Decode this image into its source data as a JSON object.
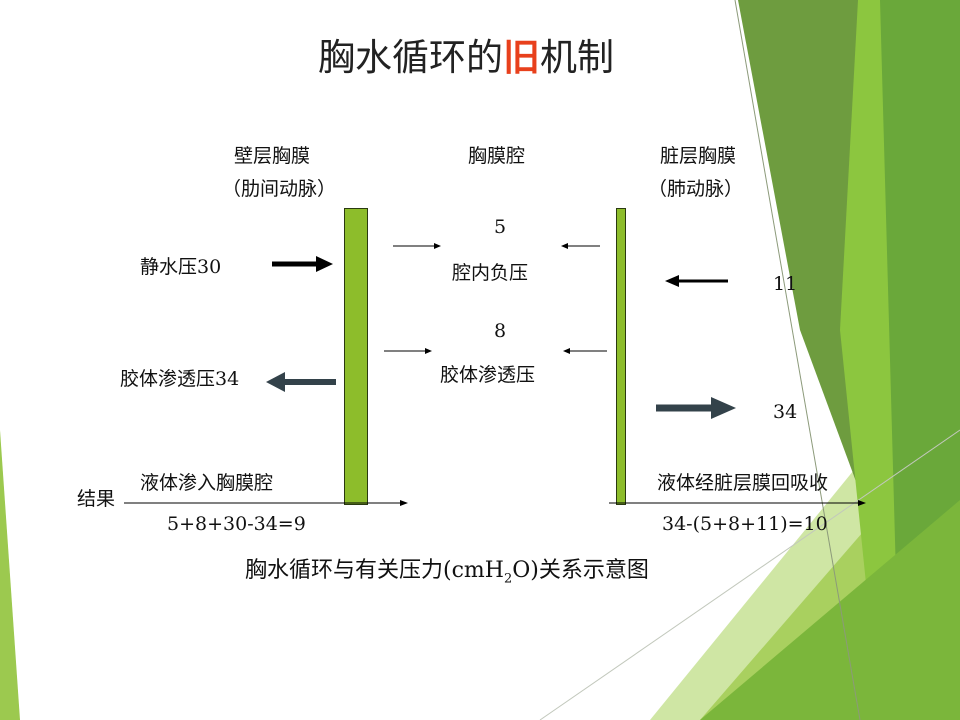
{
  "title": {
    "prefix": "胸水循环的",
    "highlight": "旧",
    "suffix": "机制",
    "highlight_color": "#e8401c"
  },
  "columns": {
    "parietal": {
      "name": "壁层胸膜",
      "vessel": "（肋间动脉）"
    },
    "cavity": {
      "name": "胸膜腔"
    },
    "visceral": {
      "name": "脏层胸膜",
      "vessel": "（肺动脉）"
    }
  },
  "parietal_side": {
    "hydrostatic": "静水压30",
    "colloid": "胶体渗透压34"
  },
  "cavity_side": {
    "negative_value": "5",
    "negative_label": "腔内负压",
    "colloid_value": "8",
    "colloid_label": "胶体渗透压"
  },
  "visceral_side": {
    "value_top": "11",
    "value_bottom": "34"
  },
  "result": {
    "label": "结果",
    "left_text": "液体渗入胸膜腔",
    "left_formula": "5+8+30-34=9",
    "right_text": "液体经脏层膜回吸收",
    "right_formula": "34-(5+8+11)=10"
  },
  "caption": {
    "before": "胸水循环与有关压力(cmH",
    "sub": "2",
    "after": "O)关系示意图"
  },
  "colors": {
    "membrane": "#8dbd2b",
    "arrow_dark": "#33424a",
    "accent_green": "#7fb22c"
  }
}
